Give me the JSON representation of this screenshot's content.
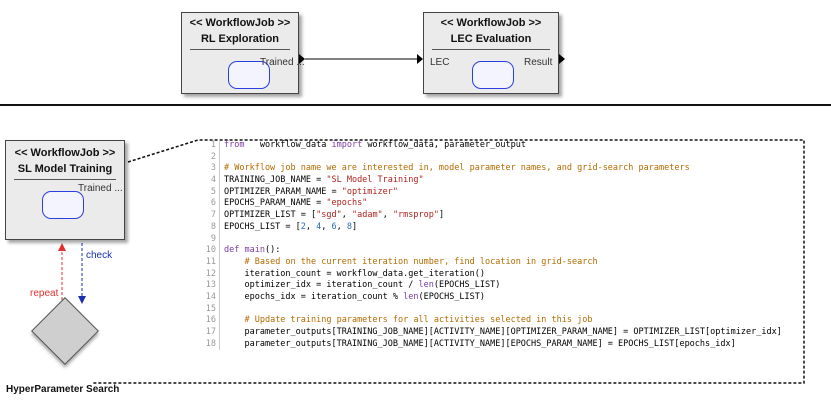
{
  "jobs": {
    "rl": {
      "stereotype": "<< WorkflowJob >>",
      "name": "RL Exploration",
      "output_port": "Trained ..."
    },
    "lec": {
      "stereotype": "<< WorkflowJob >>",
      "name": "LEC Evaluation",
      "input_port": "LEC",
      "output_port": "Result"
    },
    "sl": {
      "stereotype": "<< WorkflowJob >>",
      "name": "SL Model Training",
      "output_port": "Trained ..."
    }
  },
  "edges": {
    "check": "check",
    "repeat": "repeat"
  },
  "hyper": {
    "label": "HyperParameter Search"
  },
  "colors": {
    "pill": "#2a3fe0",
    "check": "#1a2fb0",
    "repeat": "#e03030",
    "keyword": "#7a3aa6",
    "string": "#b0231e",
    "comment": "#b36b00"
  },
  "code_lines": [
    {
      "n": "1",
      "parts": [
        [
          "kw",
          "from"
        ],
        [
          "",
          "  workflow_data "
        ],
        [
          "kw",
          "import"
        ],
        [
          "",
          ""
        ],
        [
          "",
          "workflow_data, parameter_output"
        ]
      ]
    },
    {
      "n": "2",
      "parts": [
        [
          "",
          ""
        ]
      ]
    },
    {
      "n": "3",
      "parts": [
        [
          "cm",
          "# Workflow job name we are interested in, model parameter names, and grid-search parameters"
        ]
      ]
    },
    {
      "n": "4",
      "parts": [
        [
          "",
          "TRAINING_JOB_NAME = "
        ],
        [
          "str",
          "\"SL Model Training\""
        ]
      ]
    },
    {
      "n": "5",
      "parts": [
        [
          "",
          "OPTIMIZER_PARAM_NAME = "
        ],
        [
          "str",
          "\"optimizer\""
        ]
      ]
    },
    {
      "n": "6",
      "parts": [
        [
          "",
          "EPOCHS_PARAM_NAME = "
        ],
        [
          "str",
          "\"epochs\""
        ]
      ]
    },
    {
      "n": "7",
      "parts": [
        [
          "",
          "OPTIMIZER_LIST = ["
        ],
        [
          "str",
          "\"sgd\""
        ],
        [
          "",
          ", "
        ],
        [
          "str",
          "\"adam\""
        ],
        [
          "",
          ", "
        ],
        [
          "str",
          "\"rmsprop\""
        ],
        [
          "",
          "]"
        ]
      ]
    },
    {
      "n": "8",
      "parts": [
        [
          "",
          "EPOCHS_LIST = ["
        ],
        [
          "num",
          "2"
        ],
        [
          "",
          ", "
        ],
        [
          "num",
          "4"
        ],
        [
          "",
          ", "
        ],
        [
          "num",
          "6"
        ],
        [
          "",
          ", "
        ],
        [
          "num",
          "8"
        ],
        [
          "",
          "]"
        ]
      ]
    },
    {
      "n": "9",
      "parts": [
        [
          "",
          ""
        ]
      ]
    },
    {
      "n": "10",
      "parts": [
        [
          "kw",
          "def"
        ],
        [
          "",
          ""
        ],
        [
          "fn",
          "main"
        ],
        [
          "",
          "():"
        ]
      ]
    },
    {
      "n": "11",
      "parts": [
        [
          "",
          "    "
        ],
        [
          "cm",
          "# Based on the current iteration number, find location in grid-search"
        ]
      ]
    },
    {
      "n": "12",
      "parts": [
        [
          "",
          "    iteration_count = workflow_data.get_iteration()"
        ]
      ]
    },
    {
      "n": "13",
      "parts": [
        [
          "",
          "    optimizer_idx = iteration_count / "
        ],
        [
          "fn",
          "len"
        ],
        [
          "",
          "(EPOCHS_LIST)"
        ]
      ]
    },
    {
      "n": "14",
      "parts": [
        [
          "",
          "    epochs_idx = iteration_count % "
        ],
        [
          "fn",
          "len"
        ],
        [
          "",
          "(EPOCHS_LIST)"
        ]
      ]
    },
    {
      "n": "15",
      "parts": [
        [
          "",
          ""
        ]
      ]
    },
    {
      "n": "16",
      "parts": [
        [
          "",
          "    "
        ],
        [
          "cm",
          "# Update training parameters for all activities selected in this job"
        ]
      ]
    },
    {
      "n": "17",
      "parts": [
        [
          "",
          "    parameter_outputs[TRAINING_JOB_NAME][ACTIVITY_NAME][OPTIMIZER_PARAM_NAME] = OPTIMIZER_LIST[optimizer_idx]"
        ]
      ]
    },
    {
      "n": "18",
      "parts": [
        [
          "",
          "    parameter_outputs[TRAINING_JOB_NAME][ACTIVITY_NAME][EPOCHS_PARAM_NAME] = EPOCHS_LIST[epochs_idx]"
        ]
      ]
    }
  ]
}
